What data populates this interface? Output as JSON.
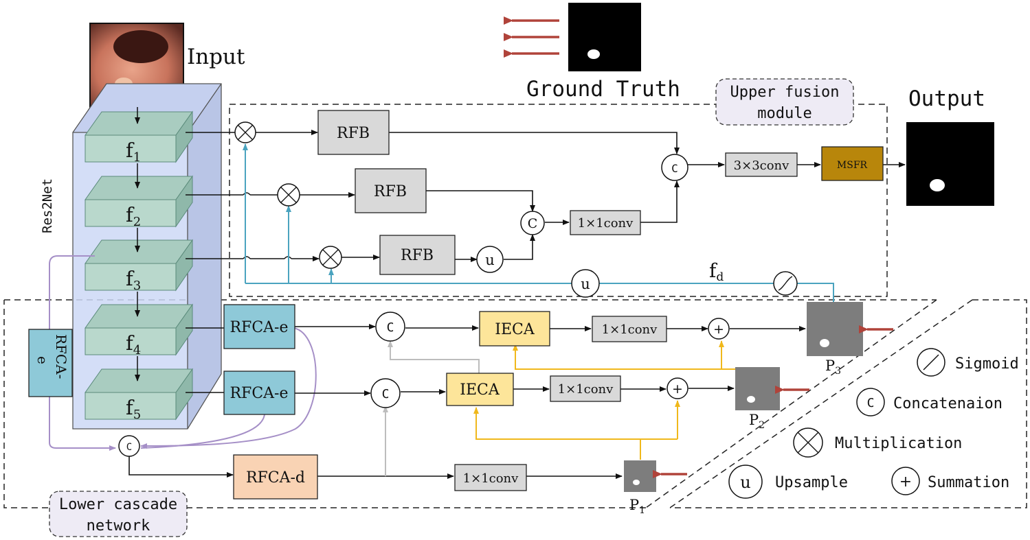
{
  "labels": {
    "input": "Input",
    "ground_truth": "Ground Truth",
    "output": "Output",
    "upper_module": [
      "Upper fusion",
      "module"
    ],
    "lower_module": [
      "Lower cascade",
      "network"
    ],
    "backbone": "Res2Net",
    "fd": "f",
    "fd_sub": "d"
  },
  "features": [
    {
      "main": "f",
      "sub": "1"
    },
    {
      "main": "f",
      "sub": "2"
    },
    {
      "main": "f",
      "sub": "3"
    },
    {
      "main": "f",
      "sub": "4"
    },
    {
      "main": "f",
      "sub": "5"
    }
  ],
  "blocks": {
    "rfb1": "RFB",
    "rfb2": "RFB",
    "rfb3": "RFB",
    "conv3": "3×3conv",
    "conv1_upper": "1×1conv",
    "msfr": "MSFR",
    "rfca_e_side": [
      "RFCA-",
      "e"
    ],
    "rfca_e4": "RFCA-e",
    "rfca_e5": "RFCA-e",
    "rfca_d": "RFCA-d",
    "ieca1": "IECA",
    "ieca2": "IECA",
    "conv1_a": "1×1conv",
    "conv1_b": "1×1conv",
    "conv1_c": "1×1conv"
  },
  "ops": {
    "concat": "C",
    "upsample": "u",
    "sum": "+"
  },
  "predictions": [
    {
      "main": "P",
      "sub": "3"
    },
    {
      "main": "P",
      "sub": "2"
    },
    {
      "main": "P",
      "sub": "1"
    }
  ],
  "legend": [
    {
      "symbol": "sigmoid",
      "label": "Sigmoid"
    },
    {
      "symbol": "C",
      "label": "Concatenaion"
    },
    {
      "symbol": "multiplication",
      "label": "Multiplication"
    },
    {
      "symbol": "u",
      "label": "Upsample"
    },
    {
      "symbol": "+",
      "label": "Summation"
    }
  ],
  "colors": {
    "backbone": "#cdd8f6",
    "feature": "#b9d8cc",
    "rfb": "#d9d9d9",
    "msfr": "#b8860b",
    "rfca_e": "#8ec9d8",
    "rfca_d": "#f9d3b4",
    "ieca": "#fde59a",
    "purple_line": "#a58fc7",
    "blue_line": "#4aa3bf",
    "yellow_line": "#f0b81b",
    "gray_line": "#bdbdbd",
    "red_arrow": "#b0433a"
  }
}
